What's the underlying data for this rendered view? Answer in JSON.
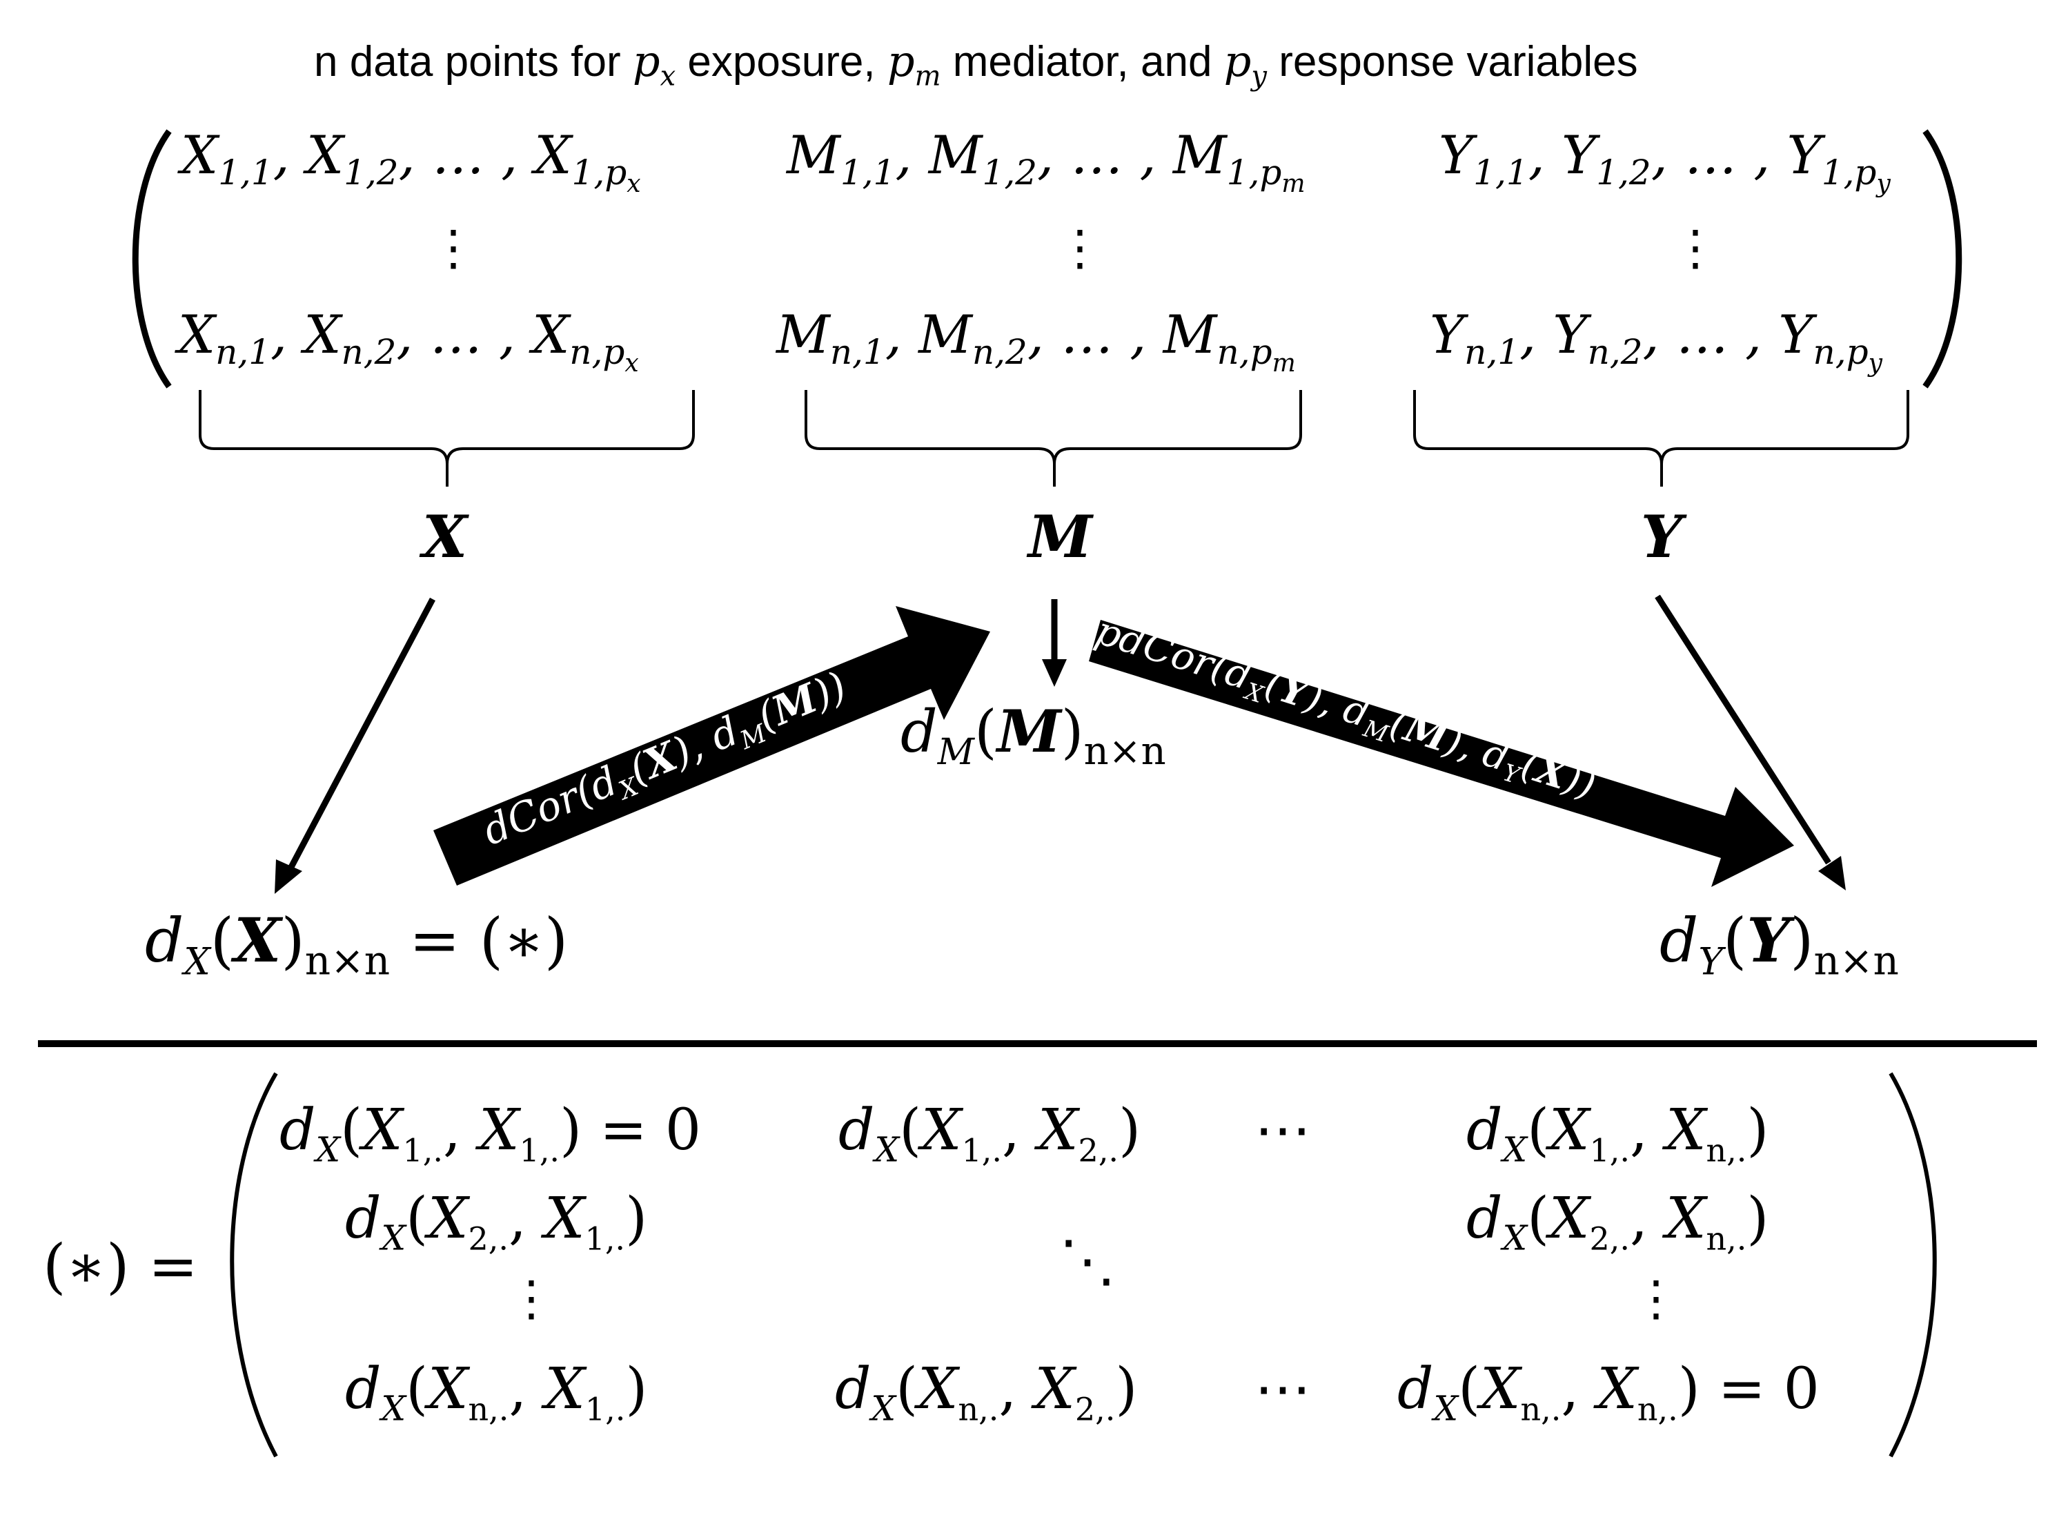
{
  "title": {
    "part1": "n data points for ",
    "px_base": "p",
    "px_sub": "x",
    "part2": " exposure, ",
    "pm_base": "p",
    "pm_sub": "m",
    "part3": " mediator, and ",
    "py_base": "p",
    "py_sub": "y",
    "part4": " response variables"
  },
  "matrix_top": {
    "x_first": [
      "X",
      "1,1",
      ", ",
      "X",
      "1,2",
      ", … , ",
      "X",
      "1,",
      "p",
      "x"
    ],
    "x_last": [
      "X",
      "n,1",
      ", ",
      "X",
      "n,2",
      ", … , ",
      "X",
      "n,",
      "p",
      "x"
    ],
    "m_first": [
      "M",
      "1,1",
      ", ",
      "M",
      "1,2",
      ", … , ",
      "M",
      "1,",
      "p",
      "m"
    ],
    "m_last": [
      "M",
      "n,1",
      ", ",
      "M",
      "n,2",
      ", … , ",
      "M",
      "n,",
      "p",
      "m"
    ],
    "y_first": [
      "Y",
      "1,1",
      ", ",
      "Y",
      "1,2",
      ", … , ",
      "Y",
      "1,",
      "p",
      "y"
    ],
    "y_last": [
      "Y",
      "n,1",
      ", ",
      "Y",
      "n,2",
      ", … , ",
      "Y",
      "n,",
      "p",
      "y"
    ],
    "vdots": "⋮"
  },
  "groups": {
    "x": "X",
    "m": "M",
    "y": "Y"
  },
  "distance_matrices": {
    "dx": {
      "d": "d",
      "sub": "X",
      "arg": "X",
      "dim": "n×n",
      "suffix": " = (∗)"
    },
    "dm": {
      "d": "d",
      "sub": "M",
      "arg": "M",
      "dim": "n×n"
    },
    "dy": {
      "d": "d",
      "sub": "Y",
      "arg": "Y",
      "dim": "n×n"
    }
  },
  "arrows": {
    "dcor": {
      "fn": "dCor",
      "d1": "d",
      "s1": "X",
      "a1": "X",
      "d2": "d",
      "s2": "M",
      "a2": "M"
    },
    "pdcor": {
      "fn": "pdCor",
      "d1": "d",
      "s1": "X",
      "a1": "Y",
      "d2": "d",
      "s2": "M",
      "a2": "M",
      "d3": "d",
      "s3": "Y",
      "a3": "X"
    }
  },
  "star_matrix": {
    "lhs": "(∗) =",
    "d": "d",
    "sub": "X",
    "r1c1": [
      "X",
      "1,.",
      "X",
      "1,.",
      " = 0"
    ],
    "r1c2": [
      "X",
      "1,.",
      "X",
      "2,."
    ],
    "r1c3": "⋯",
    "r1c4": [
      "X",
      "1,.",
      "X",
      "n,."
    ],
    "r2c1": [
      "X",
      "2,.",
      "X",
      "1,."
    ],
    "r2c4": [
      "X",
      "2,.",
      "X",
      "n,."
    ],
    "ddots": "⋱",
    "vdots": "⋮",
    "r4c1": [
      "X",
      "n,.",
      "X",
      "1,."
    ],
    "r4c2": [
      "X",
      "n,.",
      "X",
      "2,."
    ],
    "r4c3": "⋯",
    "r4c4": [
      "X",
      "n,.",
      "X",
      "n,.",
      " = 0"
    ]
  }
}
